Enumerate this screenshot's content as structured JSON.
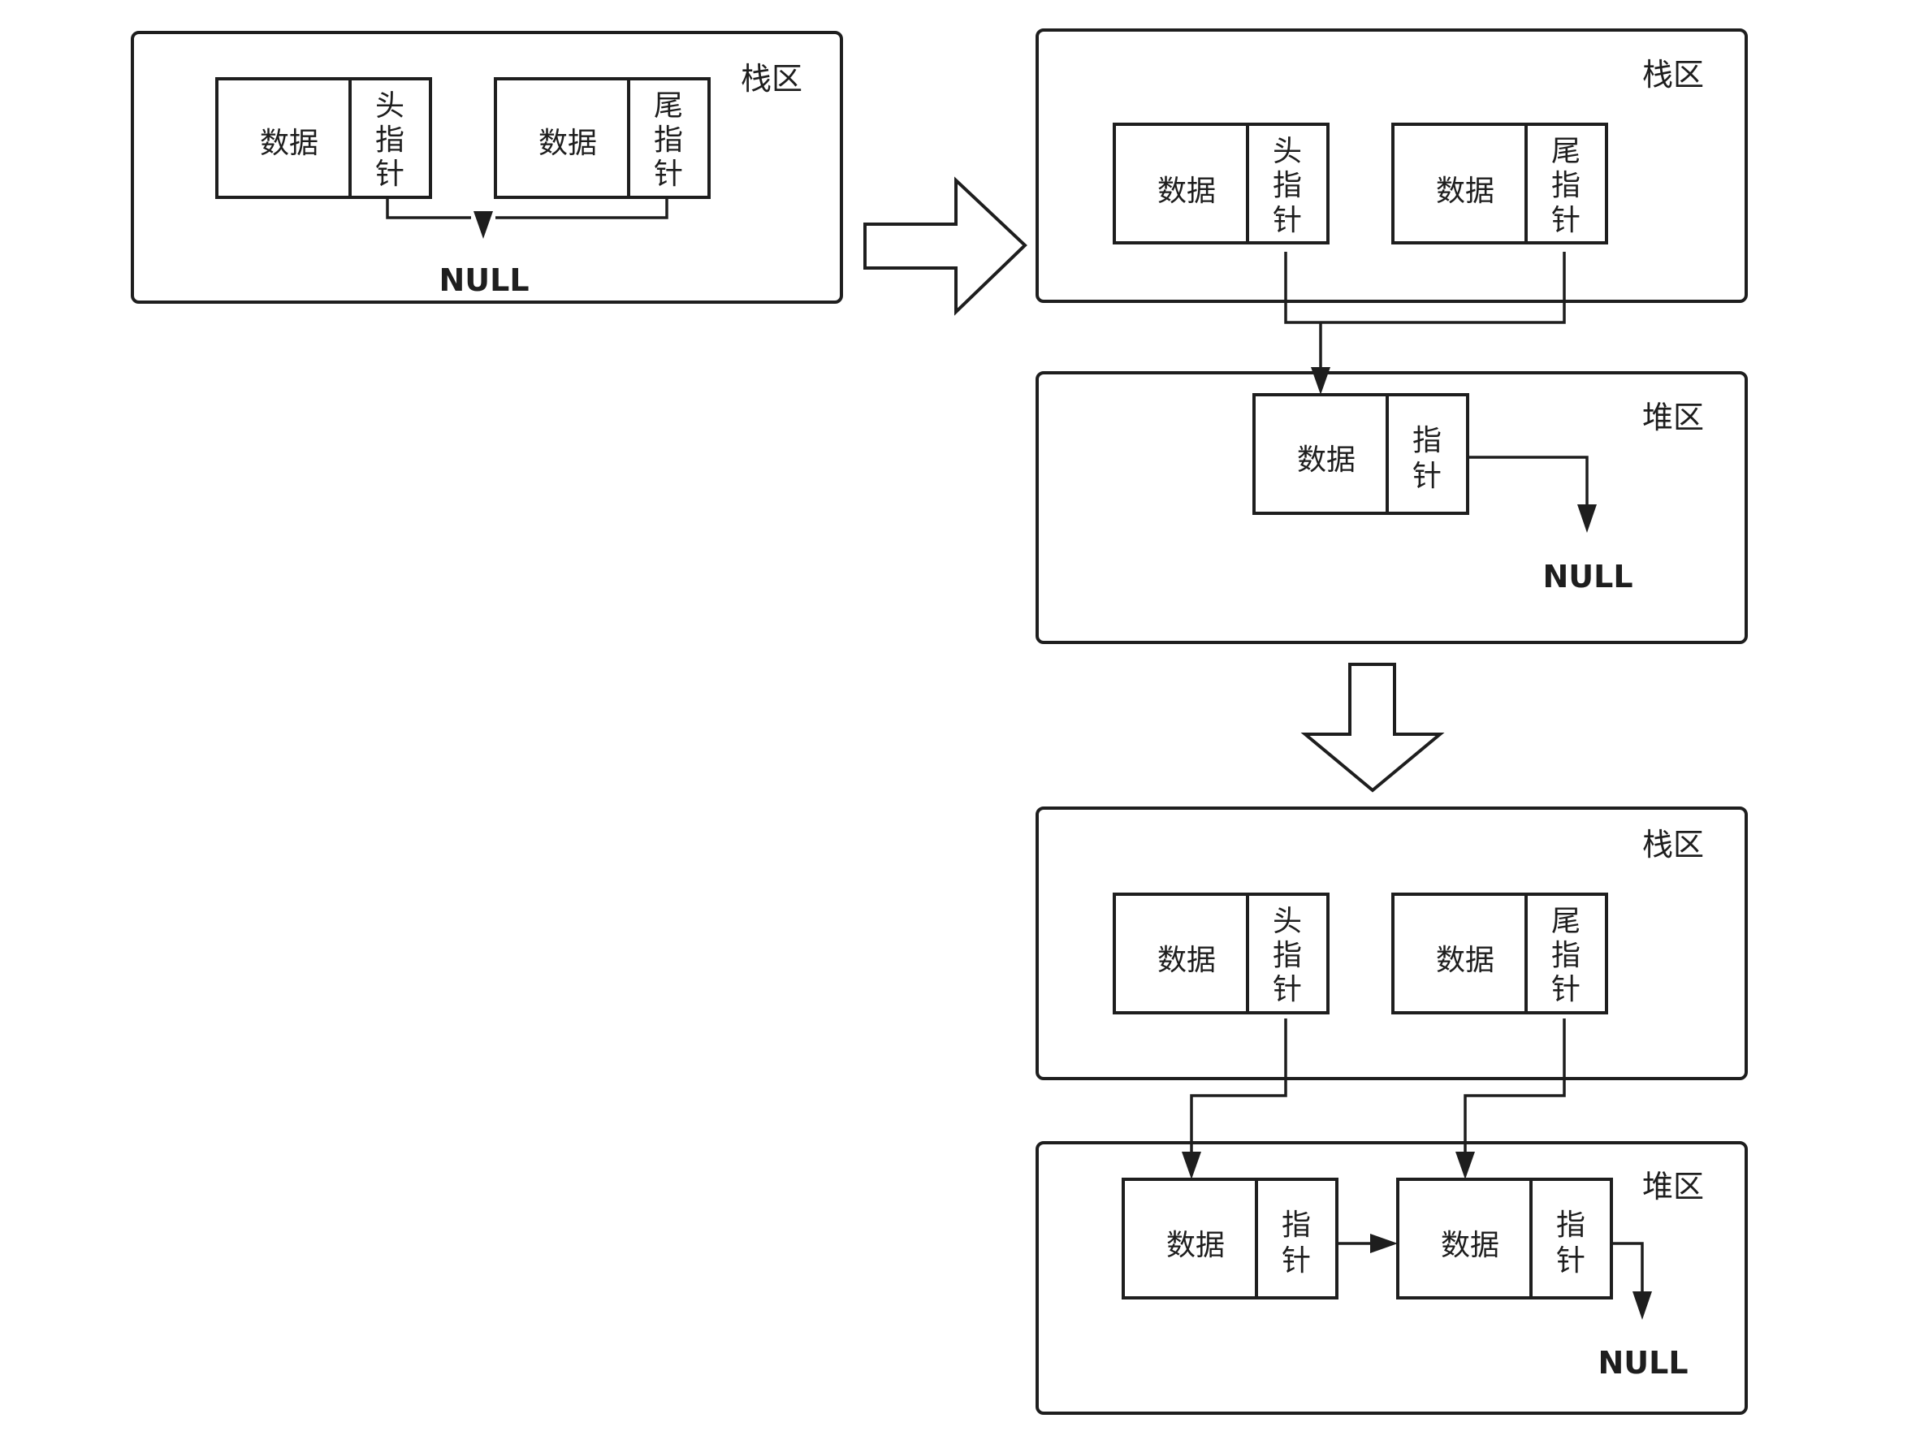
{
  "regions": {
    "stack": "栈区",
    "heap": "堆区"
  },
  "node": {
    "data": "数据",
    "head_ptr": [
      "头",
      "指",
      "针"
    ],
    "tail_ptr": [
      "尾",
      "指",
      "针"
    ],
    "ptr": [
      "指",
      "针"
    ]
  },
  "null_label": "NULL",
  "colors": {
    "line": "#1e1e1e",
    "background": "#ffffff"
  },
  "icons": {
    "transition": "hollow-arrow-icon"
  }
}
